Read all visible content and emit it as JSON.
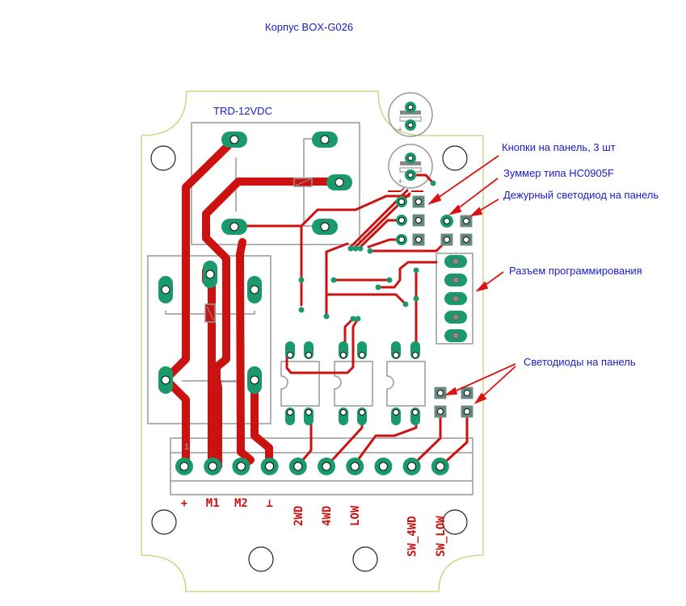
{
  "title": "Корпус BOX-G026",
  "relay_label": "TRD-12VDC",
  "annotations": {
    "buttons": "Кнопки на панель, 3 шт",
    "buzzer": "Зуммер типа HC0905F",
    "standby_led": "Дежурный светодиод на панель",
    "programming_connector": "Разъем программирования",
    "panel_leds": "Светодиоды на панель"
  },
  "connector_pin1": "1",
  "terminal_labels": [
    "+",
    "M1",
    "M2",
    "⊥",
    "2WD",
    "4WD",
    "LOW",
    "",
    "SW_4WD",
    "SW_LOW"
  ],
  "colors": {
    "trace": "#cc1111",
    "pad": "#1a9a6a",
    "outline": "#c8d070",
    "silkscreen": "#999999",
    "label": "#1a1ad0"
  }
}
